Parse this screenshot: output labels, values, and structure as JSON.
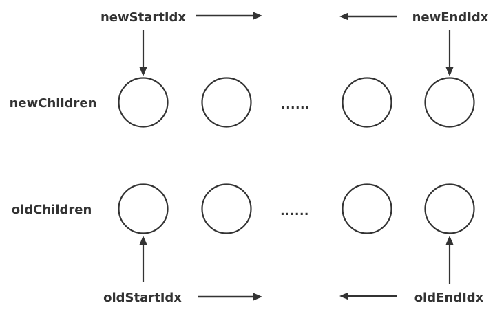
{
  "colors": {
    "ink": "#333333",
    "background": "#ffffff"
  },
  "diagram": {
    "top_pointers": {
      "start_label": "newStartIdx",
      "end_label": "newEndIdx"
    },
    "bottom_pointers": {
      "start_label": "oldStartIdx",
      "end_label": "oldEndIdx"
    },
    "rows": [
      {
        "label": "newChildren",
        "ellipsis": "......",
        "circle_count": 4
      },
      {
        "label": "oldChildren",
        "ellipsis": "......",
        "circle_count": 4
      }
    ]
  }
}
